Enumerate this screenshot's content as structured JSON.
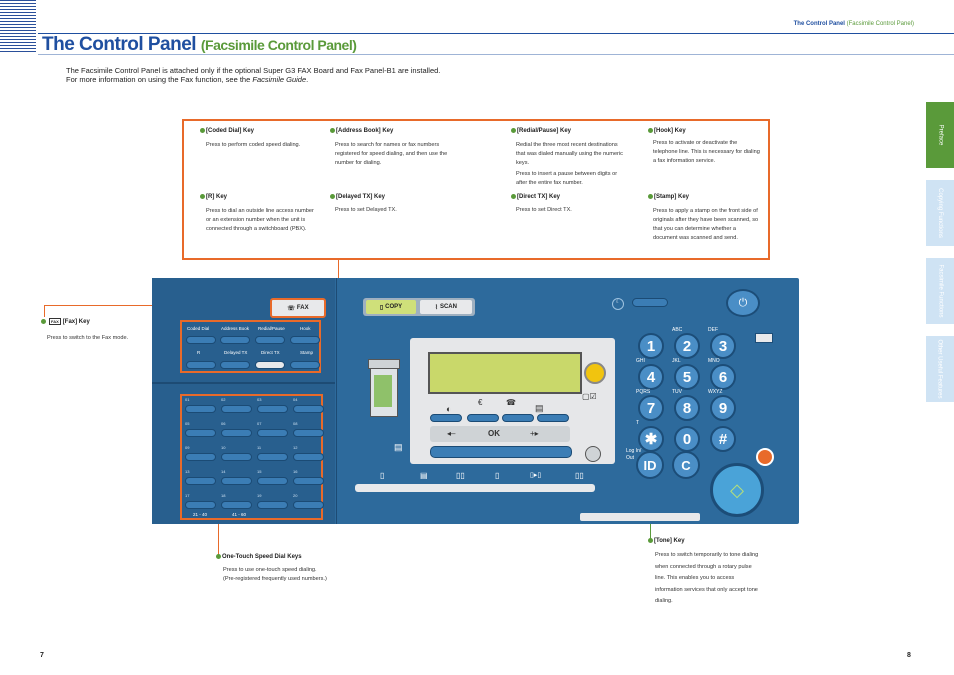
{
  "header": {
    "title": "The Control Panel",
    "subtitle": "(Facsimile Control Panel)",
    "running_head_main": "The Control Panel",
    "running_head_sub": "(Facsimile Control Panel)"
  },
  "intro": {
    "line1": "The Facsimile Control Panel is attached only if the optional Super G3 FAX Board and Fax Panel-B1 are installed.",
    "line2_prefix": "For more information on using the Fax function, see the ",
    "line2_italic": "Facsimile Guide",
    "line2_suffix": "."
  },
  "callouts": {
    "coded_dial": {
      "label": "[Coded Dial] Key",
      "desc": "Press to perform coded speed dialing."
    },
    "address_book": {
      "label": "[Address Book] Key",
      "desc": "Press to search for names or fax numbers registered for speed dialing, and then use the number for dialing."
    },
    "redial_pause": {
      "label": "[Redial/Pause] Key",
      "desc1": "Redial the three most recent destinations that was dialed manually using the numeric keys.",
      "desc2": "Press to insert a pause between digits or after the entire fax number."
    },
    "hook": {
      "label": "[Hook] Key",
      "desc": "Press to activate or deactivate the telephone line. This is necessary for dialing a fax information service."
    },
    "r_key": {
      "label": "[R] Key",
      "desc": "Press to dial an outside line access number or an extension number when the unit is connected through a switchboard (PBX)."
    },
    "delayed_tx": {
      "label": "[Delayed TX] Key",
      "desc": "Press to set Delayed TX."
    },
    "direct_tx": {
      "label": "[Direct TX] Key",
      "desc": "Press to set Direct TX."
    },
    "stamp": {
      "label": "[Stamp] Key",
      "desc": "Press to apply a stamp on the front side of originals after they have been scanned, so that you can determine whether a document was scanned and send."
    },
    "fax": {
      "label": "[Fax] Key",
      "icon_text": "FAX",
      "desc": "Press to switch to the Fax mode."
    },
    "one_touch": {
      "label": "One-Touch Speed Dial Keys",
      "desc": "Press to use one-touch speed dialing. (Pre-registered frequently used numbers.)"
    },
    "tone": {
      "label": "[Tone] Key",
      "desc": "Press to switch temporarily to tone dialing when connected through a rotary pulse line. This enables you to access information services that only accept tone dialing."
    }
  },
  "panel": {
    "fax_button": "FAX",
    "copy_button": "COPY",
    "scan_button": "SCAN",
    "top_keys": [
      "Coded Dial",
      "Address Book",
      "Redial/Pause",
      "Hook"
    ],
    "bottom_keys": [
      "R",
      "Delayed TX",
      "Direct TX",
      "Stamp"
    ],
    "one_touch_numbers": [
      "01",
      "02",
      "03",
      "04",
      "05",
      "06",
      "07",
      "08",
      "09",
      "10",
      "11",
      "12",
      "13",
      "14",
      "15",
      "16",
      "17",
      "18",
      "19",
      "20"
    ],
    "one_touch_footer": [
      "21 - 40",
      "41 - 60"
    ],
    "ok_label": "OK",
    "keypad": [
      {
        "digit": "1",
        "letters": ""
      },
      {
        "digit": "2",
        "letters": "ABC"
      },
      {
        "digit": "3",
        "letters": "DEF"
      },
      {
        "digit": "4",
        "letters": "GHI"
      },
      {
        "digit": "5",
        "letters": "JKL"
      },
      {
        "digit": "6",
        "letters": "MNO"
      },
      {
        "digit": "7",
        "letters": "PQRS"
      },
      {
        "digit": "8",
        "letters": "TUV"
      },
      {
        "digit": "9",
        "letters": "WXYZ"
      },
      {
        "digit": "✱",
        "letters": "T"
      },
      {
        "digit": "0",
        "letters": ""
      },
      {
        "digit": "#",
        "letters": ""
      }
    ],
    "login_label": "Log In/ Out",
    "id_label": "ID",
    "clear_label": "C"
  },
  "side_tabs": [
    "Preface",
    "Copying Functions",
    "Facsimile Functions",
    "Other Useful Features"
  ],
  "colors": {
    "accent_blue": "#1f4fa0",
    "accent_green": "#5a9a3a",
    "callout_orange": "#e86a2a",
    "panel_blue": "#2d6a9c"
  },
  "pages": {
    "left": "7",
    "right": "8"
  }
}
